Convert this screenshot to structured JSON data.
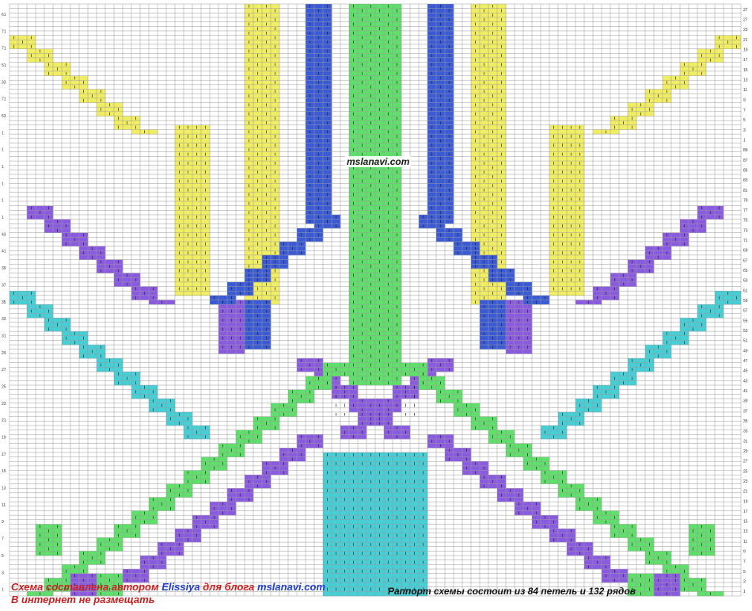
{
  "watermark": "mslanavi.com",
  "caption": {
    "line1_part1": "Схема составлена автором ",
    "line1_author": "Elissiya",
    "line1_part2": " для блога ",
    "line1_site": "mslanavi.com",
    "line2": "В интернет не размещать",
    "repeat_note": "Раппорт схемы состоит из 84 петель и 132 рядов"
  },
  "grid": {
    "stitches": 84,
    "rows": 132
  },
  "colors": {
    "yellow": "#f1ee62",
    "blue": "#3a5ad6",
    "green": "#5fe06a",
    "purple": "#8a5ae0",
    "cyan": "#45cfd6",
    "white_cell": "#ffffff",
    "grid_line": "#9a9a9a",
    "stitch_mark": "#222222"
  },
  "row_numbers_left": [
    "61",
    "71",
    "71",
    "51",
    "33",
    "71",
    "53",
    "1",
    "1",
    "1",
    "1",
    "1",
    "1",
    "43",
    "41",
    "39",
    "37",
    "35",
    "33",
    "31",
    "29",
    "27",
    "25",
    "23",
    "21",
    "19",
    "17",
    "15",
    "13",
    "11",
    "9",
    "7",
    "5",
    "3",
    "1"
  ],
  "row_numbers_right": [
    "27",
    "27",
    "23",
    "21",
    "19",
    "17",
    "15",
    "13",
    "11",
    "9",
    "7",
    "5",
    "3",
    "1",
    "89",
    "87",
    "85",
    "83",
    "81",
    "79",
    "77",
    "75",
    "73",
    "71",
    "69",
    "67",
    "65",
    "63",
    "61",
    "59",
    "57",
    "55",
    "53",
    "51",
    "49",
    "47",
    "45",
    "43",
    "41",
    "39",
    "37",
    "35",
    "33",
    "31",
    "29",
    "27",
    "25",
    "23",
    "21",
    "19",
    "17",
    "15",
    "13",
    "11",
    "9",
    "7",
    "5",
    "3",
    "1"
  ],
  "color_bands": [
    {
      "name": "yellow-left-column",
      "color": "yellow"
    },
    {
      "name": "yellow-right-column",
      "color": "yellow"
    },
    {
      "name": "blue-left-column",
      "color": "blue"
    },
    {
      "name": "blue-right-column",
      "color": "blue"
    },
    {
      "name": "green-center-column",
      "color": "green"
    },
    {
      "name": "cyan-center-block",
      "color": "cyan"
    },
    {
      "name": "purple-diagonals",
      "color": "purple"
    },
    {
      "name": "cyan-diagonals",
      "color": "cyan"
    },
    {
      "name": "green-diagonals",
      "color": "green"
    }
  ]
}
